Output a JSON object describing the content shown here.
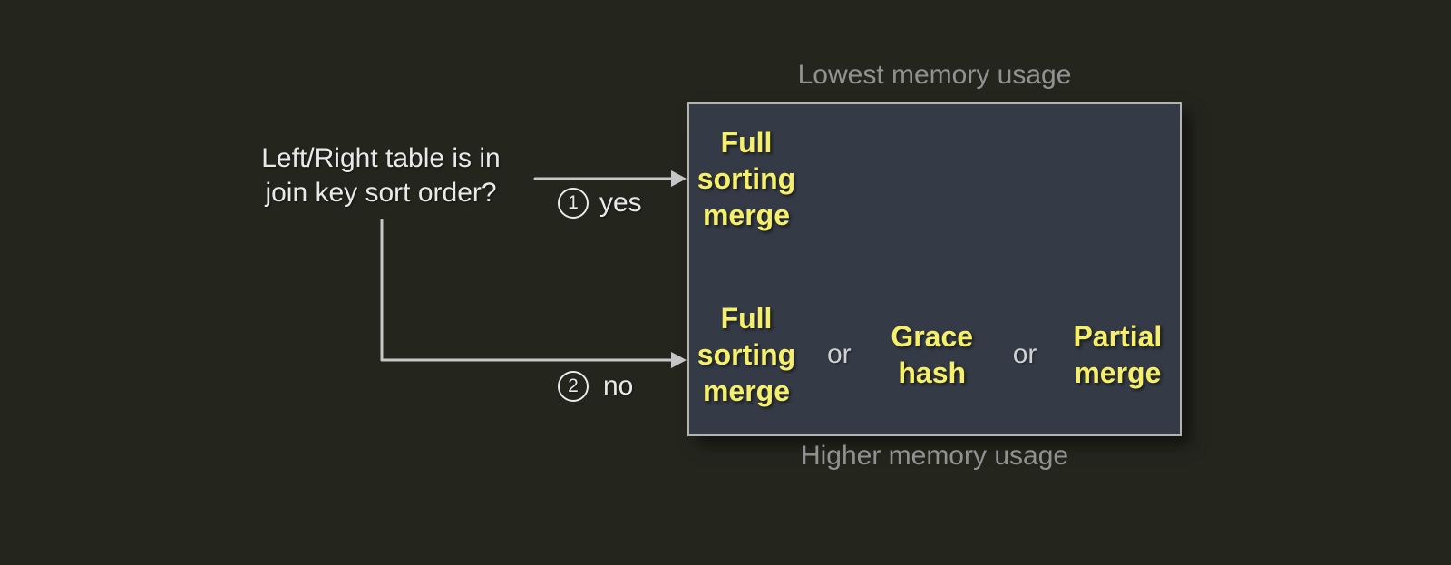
{
  "colors": {
    "background": "#24261e",
    "box_fill": "#343a46",
    "box_border": "#b3b3b3",
    "algorithm_text": "#f5ef6a",
    "caption_text": "#919191",
    "primary_text": "#e9e9e9",
    "separator_text": "#d0d0d0",
    "connector": "#c7c7c7"
  },
  "question": {
    "line1": "Left/Right table is in",
    "line2": "join key sort order?"
  },
  "branches": {
    "yes": {
      "number": "1",
      "label": "yes"
    },
    "no": {
      "number": "2",
      "label": "no"
    }
  },
  "captions": {
    "above_box": "Lowest memory usage",
    "below_box": "Higher memory usage"
  },
  "algorithm_box": {
    "sorted_row": {
      "algorithms": [
        "Full sorting merge"
      ]
    },
    "unsorted_row": {
      "algorithms": [
        "Full sorting merge",
        "Grace hash",
        "Partial merge"
      ],
      "separator": "or"
    }
  }
}
